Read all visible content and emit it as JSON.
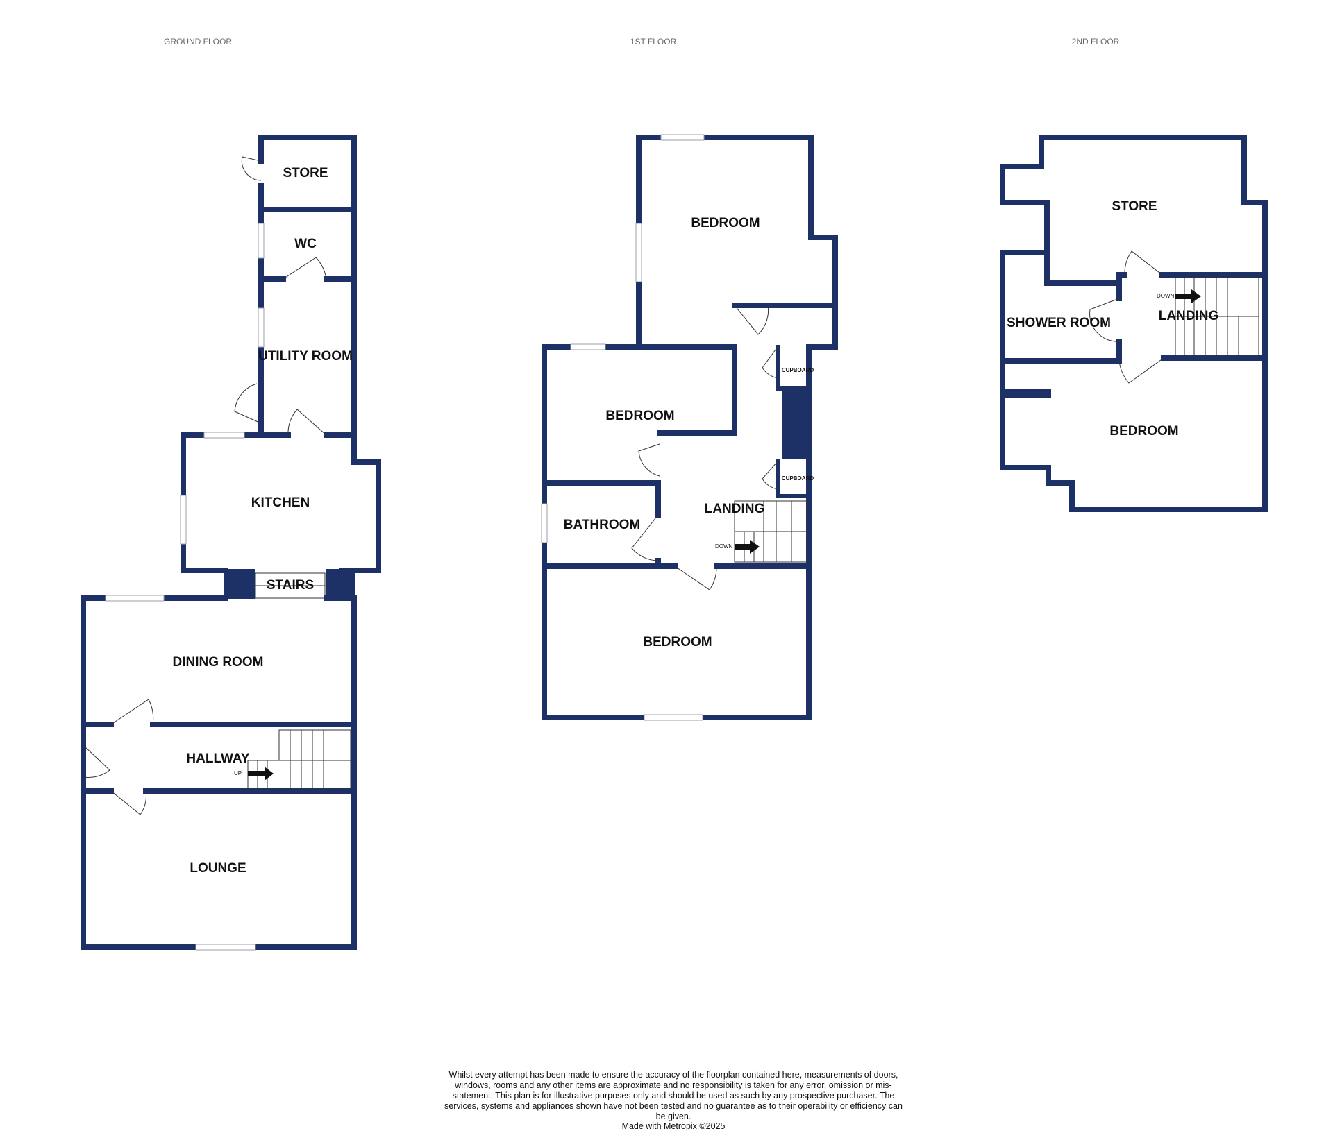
{
  "floors": {
    "ground": {
      "title": "GROUND FLOOR",
      "rooms": {
        "store": "STORE",
        "wc": "WC",
        "utility": "UTILITY ROOM",
        "kitchen": "KITCHEN",
        "stairs": "STAIRS",
        "dining": "DINING ROOM",
        "hallway": "HALLWAY",
        "lounge": "LOUNGE"
      },
      "stair_direction": "UP"
    },
    "first": {
      "title": "1ST FLOOR",
      "rooms": {
        "bedroom_top": "BEDROOM",
        "bedroom_mid": "BEDROOM",
        "bathroom": "BATHROOM",
        "landing": "LANDING",
        "bedroom_bottom": "BEDROOM",
        "cupboard_1": "CUPBOARD",
        "cupboard_2": "CUPBOARD"
      },
      "stair_direction": "DOWN"
    },
    "second": {
      "title": "2ND FLOOR",
      "rooms": {
        "store": "STORE",
        "shower": "SHOWER ROOM",
        "landing": "LANDING",
        "bedroom": "BEDROOM"
      },
      "stair_direction": "DOWN"
    }
  },
  "disclaimer": "Whilst every attempt has been made to ensure the accuracy of the floorplan contained here, measurements of doors, windows, rooms and any other items are approximate and no responsibility is taken for any error, omission or mis-statement. This plan is for illustrative purposes only and should be used as such by any prospective purchaser. The services, systems and appliances shown have not been tested and no guarantee as to their operability or efficiency can be given.",
  "credit": "Made with Metropix ©2025",
  "colors": {
    "wall": "#1e3166",
    "window": "#9aa0a8"
  }
}
